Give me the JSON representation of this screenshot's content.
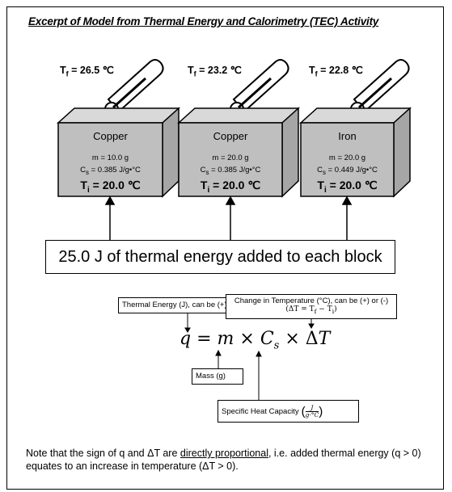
{
  "title": "Excerpt of Model from Thermal Energy and Calorimetry (TEC) Activity",
  "blocks": [
    {
      "tf_label": "T",
      "tf_sub": "f",
      "tf_value": "= 26.5 ℃",
      "material": "Copper",
      "mass": "m = 10.0 g",
      "cs_label": "C",
      "cs_sub": "s",
      "cs_value": "= 0.385 J/g•°C",
      "ti_label": "T",
      "ti_sub": "i",
      "ti_value": "= 20.0 ℃"
    },
    {
      "tf_label": "T",
      "tf_sub": "f",
      "tf_value": "= 23.2 ℃",
      "material": "Copper",
      "mass": "m = 20.0 g",
      "cs_label": "C",
      "cs_sub": "s",
      "cs_value": "= 0.385 J/g•°C",
      "ti_label": "T",
      "ti_sub": "i",
      "ti_value": "= 20.0 ℃"
    },
    {
      "tf_label": "T",
      "tf_sub": "f",
      "tf_value": "= 22.8 ℃",
      "material": "Iron",
      "mass": "m = 20.0 g",
      "cs_label": "C",
      "cs_sub": "s",
      "cs_value": "= 0.449 J/g•°C",
      "ti_label": "T",
      "ti_sub": "i",
      "ti_value": "= 20.0 ℃"
    }
  ],
  "energy_box": "25.0 J of thermal energy added to each block",
  "labels": {
    "thermal_energy": "Thermal Energy (J), can be (+) or (-)",
    "change_temp_line1": "Change in Temperature (°C), can be (+) or (-)",
    "change_temp_line2": "(ΔT = T",
    "change_temp_f": "f",
    "change_temp_mid": " − T",
    "change_temp_i": "i",
    "change_temp_end": ")",
    "mass": "Mass (g)",
    "specific_heat": "Specific Heat Capacity",
    "specific_heat_num": "J",
    "specific_heat_den": "g·°C"
  },
  "equation": {
    "q": "q",
    "eq1": " = ",
    "m": "m",
    "times1": " × ",
    "c": "C",
    "c_sub": "s",
    "times2": " × ",
    "delta": "Δ",
    "t": "T"
  },
  "note": {
    "part1": "Note that the sign of q and ΔT are ",
    "underlined": "directly proportional",
    "part2": ", i.e. added thermal energy (q > 0) equates to an increase in temperature (ΔT > 0)."
  }
}
